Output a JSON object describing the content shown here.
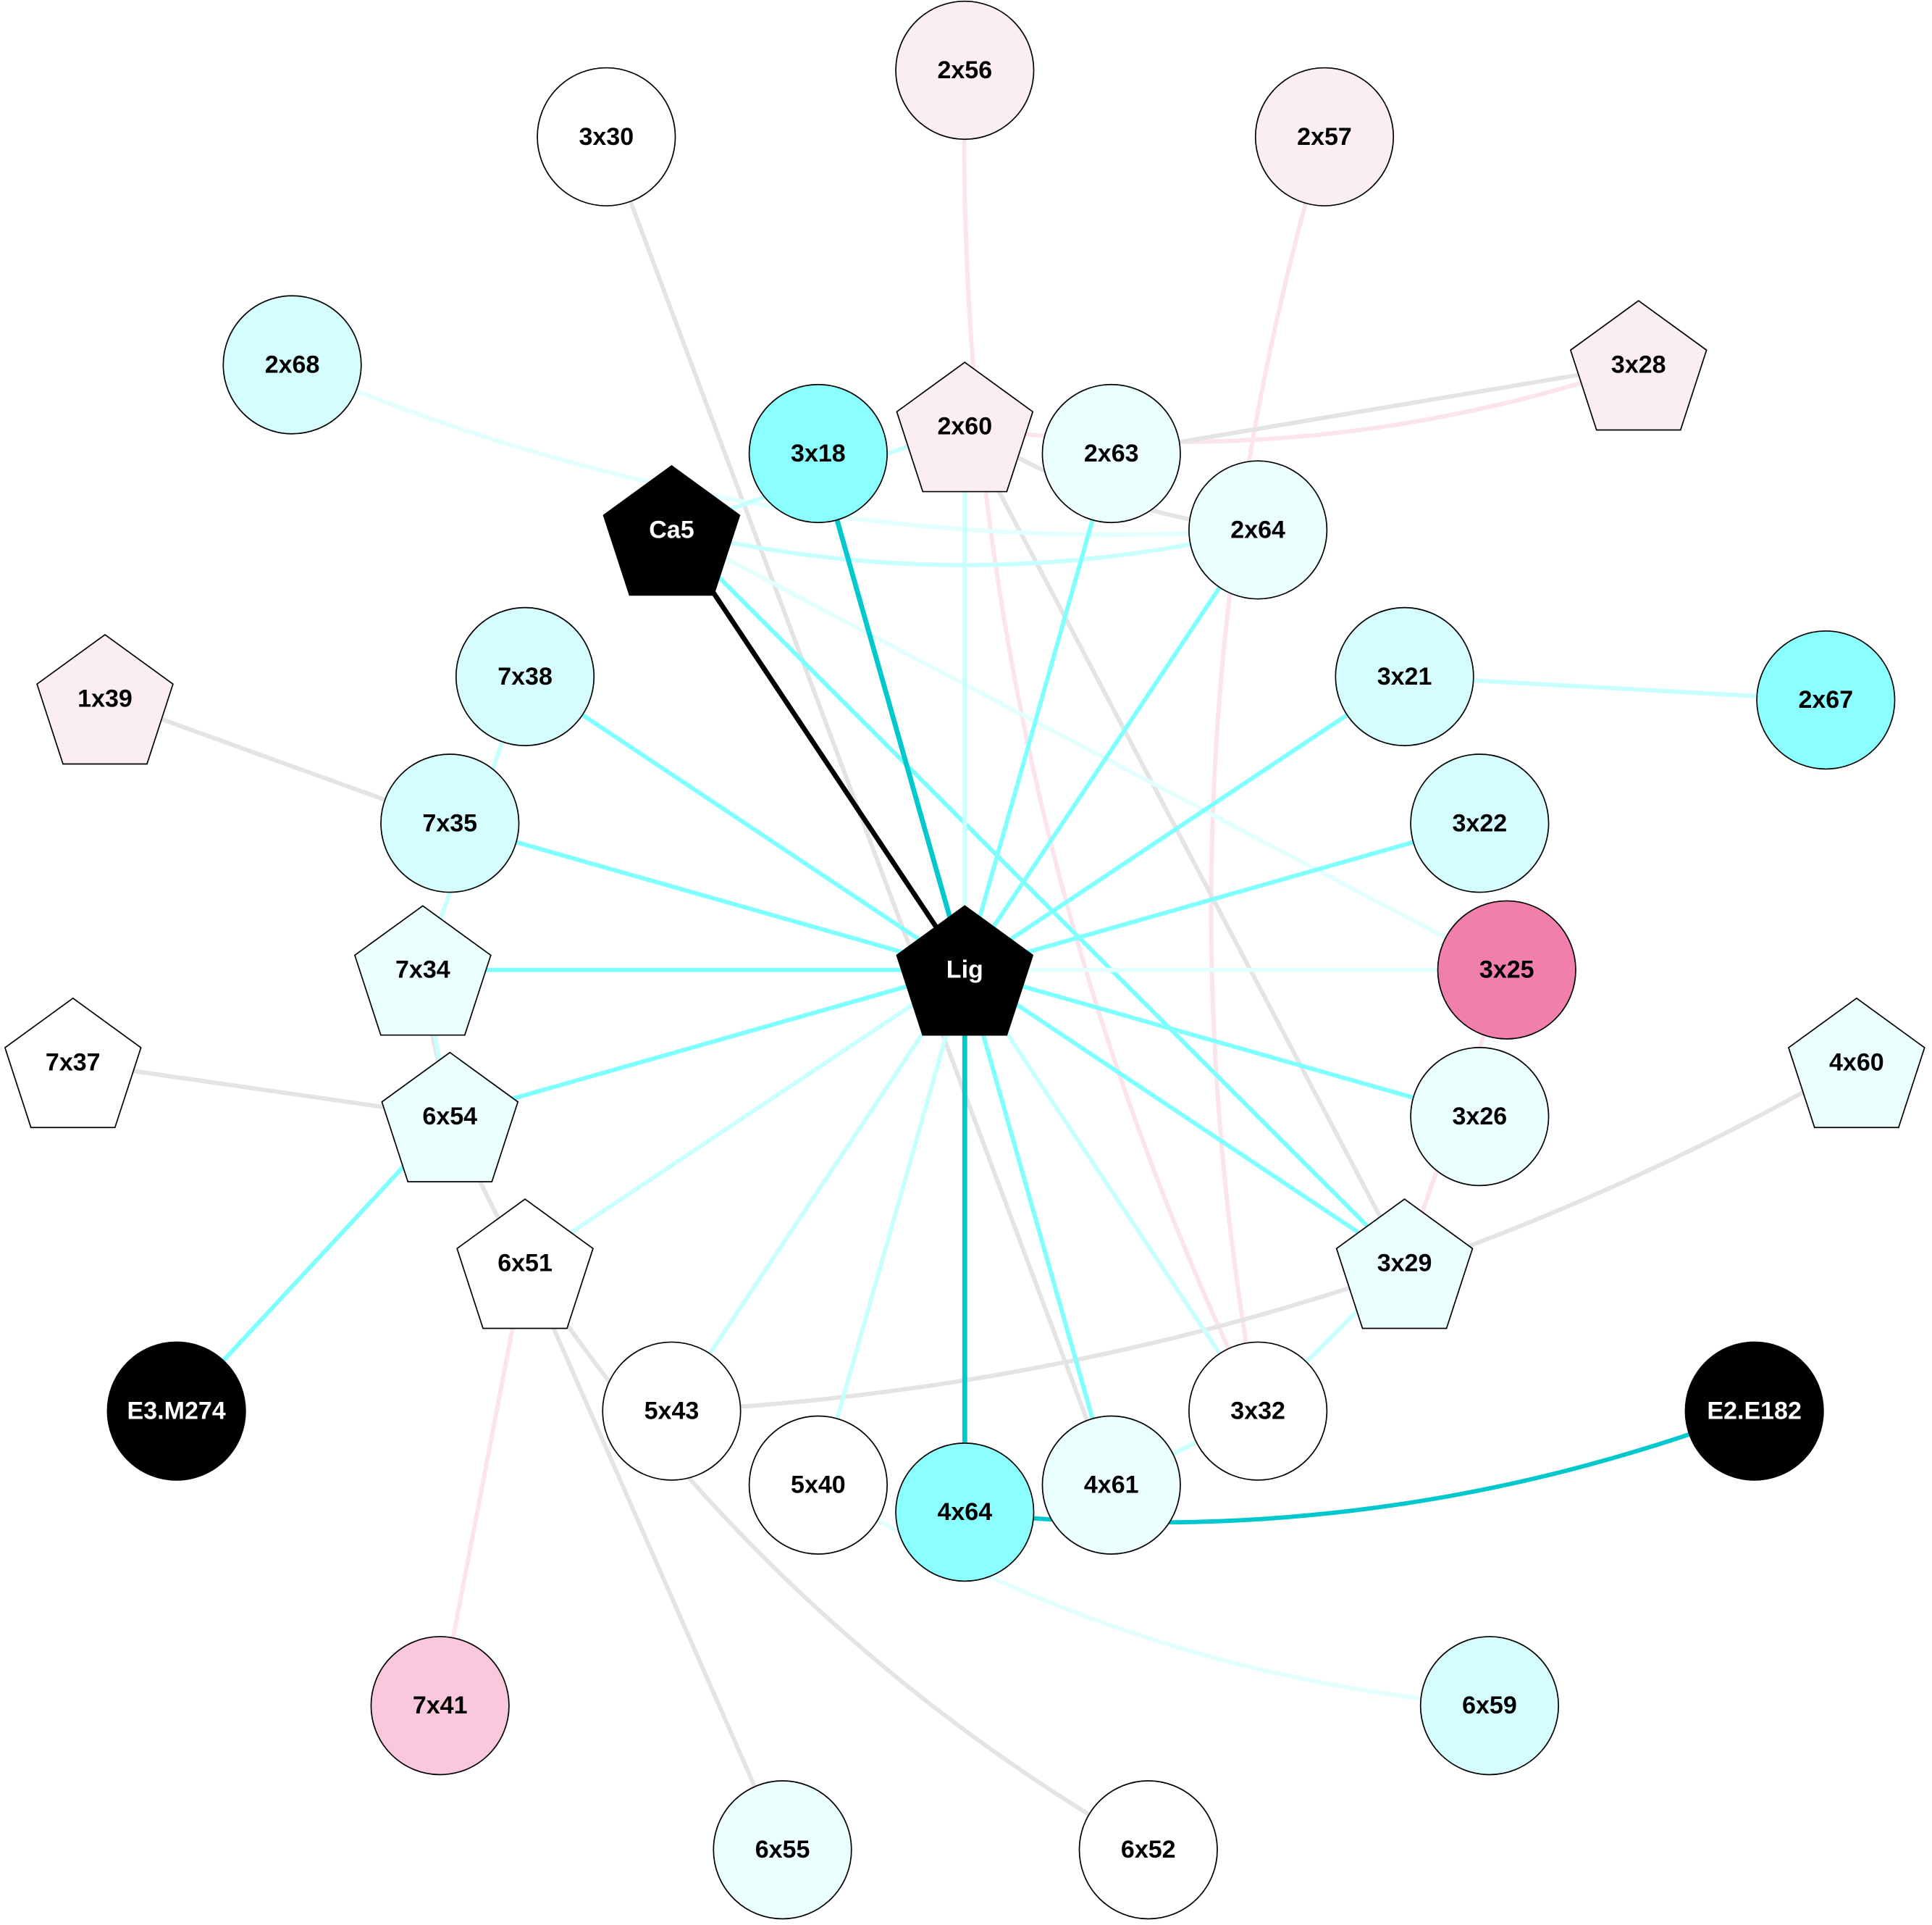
{
  "colors": {
    "black": "#000000",
    "white": "#ffffff",
    "pink_light": "#fbeef3",
    "pink_mid": "#f9c8dc",
    "pink_strong": "#f07fab",
    "cyan_strong": "#8bffff",
    "cyan_light": "#d5fdfd",
    "cyan_pale": "#ebffff",
    "edge_teal": "#00c8cc",
    "edge_cyan": "#80ffff",
    "edge_cyan_light": "#c8ffff",
    "edge_cyan_pale": "#e4ffff",
    "edge_grey": "#e4e4e4",
    "edge_pink": "#fbe4ec"
  },
  "nodes": [
    {
      "id": "2x56",
      "label": "2x56",
      "shape": "circle",
      "fill": "pink_light"
    },
    {
      "id": "3x30",
      "label": "3x30",
      "shape": "circle",
      "fill": "white"
    },
    {
      "id": "2x57",
      "label": "2x57",
      "shape": "circle",
      "fill": "pink_light"
    },
    {
      "id": "2x68",
      "label": "2x68",
      "shape": "circle",
      "fill": "cyan_light"
    },
    {
      "id": "3x28",
      "label": "3x28",
      "shape": "pentagon",
      "fill": "pink_light"
    },
    {
      "id": "3x18",
      "label": "3x18",
      "shape": "circle",
      "fill": "cyan_strong"
    },
    {
      "id": "2x60",
      "label": "2x60",
      "shape": "pentagon",
      "fill": "pink_light"
    },
    {
      "id": "2x63",
      "label": "2x63",
      "shape": "circle",
      "fill": "cyan_pale"
    },
    {
      "id": "Ca5",
      "label": "Ca5",
      "shape": "pentagon",
      "fill": "black"
    },
    {
      "id": "2x64",
      "label": "2x64",
      "shape": "circle",
      "fill": "cyan_pale"
    },
    {
      "id": "7x38",
      "label": "7x38",
      "shape": "circle",
      "fill": "cyan_light"
    },
    {
      "id": "3x21",
      "label": "3x21",
      "shape": "circle",
      "fill": "cyan_light"
    },
    {
      "id": "2x67",
      "label": "2x67",
      "shape": "circle",
      "fill": "cyan_strong"
    },
    {
      "id": "1x39",
      "label": "1x39",
      "shape": "pentagon",
      "fill": "pink_light"
    },
    {
      "id": "7x35",
      "label": "7x35",
      "shape": "circle",
      "fill": "cyan_light"
    },
    {
      "id": "3x22",
      "label": "3x22",
      "shape": "circle",
      "fill": "cyan_light"
    },
    {
      "id": "Lig",
      "label": "Lig",
      "shape": "pentagon",
      "fill": "black"
    },
    {
      "id": "7x34",
      "label": "7x34",
      "shape": "pentagon",
      "fill": "cyan_pale"
    },
    {
      "id": "3x25",
      "label": "3x25",
      "shape": "circle",
      "fill": "pink_strong"
    },
    {
      "id": "7x37",
      "label": "7x37",
      "shape": "pentagon",
      "fill": "white"
    },
    {
      "id": "4x60",
      "label": "4x60",
      "shape": "pentagon",
      "fill": "cyan_pale"
    },
    {
      "id": "6x54",
      "label": "6x54",
      "shape": "pentagon",
      "fill": "cyan_pale"
    },
    {
      "id": "3x26",
      "label": "3x26",
      "shape": "circle",
      "fill": "cyan_pale"
    },
    {
      "id": "6x51",
      "label": "6x51",
      "shape": "pentagon",
      "fill": "white"
    },
    {
      "id": "3x29",
      "label": "3x29",
      "shape": "pentagon",
      "fill": "cyan_pale"
    },
    {
      "id": "E3.M274",
      "label": "E3.M274",
      "shape": "circle",
      "fill": "black"
    },
    {
      "id": "5x43",
      "label": "5x43",
      "shape": "circle",
      "fill": "white"
    },
    {
      "id": "3x32",
      "label": "3x32",
      "shape": "circle",
      "fill": "white"
    },
    {
      "id": "E2.E182",
      "label": "E2.E182",
      "shape": "circle",
      "fill": "black"
    },
    {
      "id": "5x40",
      "label": "5x40",
      "shape": "circle",
      "fill": "white"
    },
    {
      "id": "4x64",
      "label": "4x64",
      "shape": "circle",
      "fill": "cyan_strong"
    },
    {
      "id": "4x61",
      "label": "4x61",
      "shape": "circle",
      "fill": "cyan_pale"
    },
    {
      "id": "7x41",
      "label": "7x41",
      "shape": "circle",
      "fill": "pink_mid"
    },
    {
      "id": "6x59",
      "label": "6x59",
      "shape": "circle",
      "fill": "cyan_light"
    },
    {
      "id": "6x55",
      "label": "6x55",
      "shape": "circle",
      "fill": "cyan_pale"
    },
    {
      "id": "6x52",
      "label": "6x52",
      "shape": "circle",
      "fill": "white"
    }
  ],
  "edges": [
    {
      "s": "3x30",
      "t": "4x61",
      "c": "edge_grey"
    },
    {
      "s": "2x56",
      "t": "3x32",
      "c": "edge_pink",
      "curve": 1
    },
    {
      "s": "2x57",
      "t": "3x32",
      "c": "edge_pink",
      "curve": 1
    },
    {
      "s": "2x60",
      "t": "3x28",
      "c": "edge_pink",
      "curve": 1
    },
    {
      "s": "2x63",
      "t": "3x28",
      "c": "edge_grey"
    },
    {
      "s": "2x60",
      "t": "2x64",
      "c": "edge_grey",
      "curve": 1
    },
    {
      "s": "2x60",
      "t": "3x29",
      "c": "edge_grey"
    },
    {
      "s": "2x68",
      "t": "2x64",
      "c": "edge_cyan_pale",
      "curve": 1
    },
    {
      "s": "Ca5",
      "t": "2x60",
      "c": "edge_cyan_light"
    },
    {
      "s": "Ca5",
      "t": "2x64",
      "c": "edge_cyan_light",
      "curve": 1
    },
    {
      "s": "Ca5",
      "t": "3x25",
      "c": "edge_cyan_pale"
    },
    {
      "s": "Ca5",
      "t": "3x29",
      "c": "edge_cyan"
    },
    {
      "s": "1x39",
      "t": "7x35",
      "c": "edge_grey"
    },
    {
      "s": "7x37",
      "t": "6x54",
      "c": "edge_grey"
    },
    {
      "s": "7x34",
      "t": "6x51",
      "c": "edge_grey",
      "curve": 1
    },
    {
      "s": "6x51",
      "t": "6x55",
      "c": "edge_grey"
    },
    {
      "s": "6x51",
      "t": "6x52",
      "c": "edge_grey",
      "curve": 1
    },
    {
      "s": "6x51",
      "t": "7x41",
      "c": "edge_pink"
    },
    {
      "s": "5x43",
      "t": "4x60",
      "c": "edge_grey",
      "curve": 1
    },
    {
      "s": "3x21",
      "t": "2x67",
      "c": "edge_cyan_light"
    },
    {
      "s": "7x38",
      "t": "7x34",
      "c": "edge_cyan_light"
    },
    {
      "s": "7x34",
      "t": "6x54",
      "c": "edge_cyan_light"
    },
    {
      "s": "6x54",
      "t": "E3.M274",
      "c": "edge_cyan"
    },
    {
      "s": "3x25",
      "t": "3x29",
      "c": "edge_pink"
    },
    {
      "s": "3x32",
      "t": "3x29",
      "c": "edge_cyan_light"
    },
    {
      "s": "4x61",
      "t": "3x32",
      "c": "edge_cyan_light"
    },
    {
      "s": "5x40",
      "t": "6x59",
      "c": "edge_cyan_pale",
      "curve": 1
    },
    {
      "s": "4x64",
      "t": "E2.E182",
      "c": "edge_teal",
      "curve": 1
    },
    {
      "s": "Lig",
      "t": "Ca5",
      "c": "black",
      "w": 4
    },
    {
      "s": "Lig",
      "t": "3x18",
      "c": "edge_teal",
      "w": 4
    },
    {
      "s": "Lig",
      "t": "4x64",
      "c": "edge_teal",
      "w": 4
    },
    {
      "s": "Lig",
      "t": "2x60",
      "c": "edge_cyan_light"
    },
    {
      "s": "Lig",
      "t": "2x63",
      "c": "edge_cyan"
    },
    {
      "s": "Lig",
      "t": "2x64",
      "c": "edge_cyan"
    },
    {
      "s": "Lig",
      "t": "3x21",
      "c": "edge_cyan"
    },
    {
      "s": "Lig",
      "t": "3x22",
      "c": "edge_cyan"
    },
    {
      "s": "Lig",
      "t": "3x25",
      "c": "edge_cyan_pale"
    },
    {
      "s": "Lig",
      "t": "3x26",
      "c": "edge_cyan"
    },
    {
      "s": "Lig",
      "t": "3x29",
      "c": "edge_cyan"
    },
    {
      "s": "Lig",
      "t": "4x61",
      "c": "edge_cyan"
    },
    {
      "s": "Lig",
      "t": "3x32",
      "c": "edge_cyan_light"
    },
    {
      "s": "Lig",
      "t": "5x40",
      "c": "edge_cyan_light"
    },
    {
      "s": "Lig",
      "t": "5x43",
      "c": "edge_cyan_light"
    },
    {
      "s": "Lig",
      "t": "6x51",
      "c": "edge_cyan_light"
    },
    {
      "s": "Lig",
      "t": "6x54",
      "c": "edge_cyan"
    },
    {
      "s": "Lig",
      "t": "7x34",
      "c": "edge_cyan"
    },
    {
      "s": "Lig",
      "t": "7x35",
      "c": "edge_cyan"
    },
    {
      "s": "Lig",
      "t": "7x38",
      "c": "edge_cyan"
    }
  ]
}
